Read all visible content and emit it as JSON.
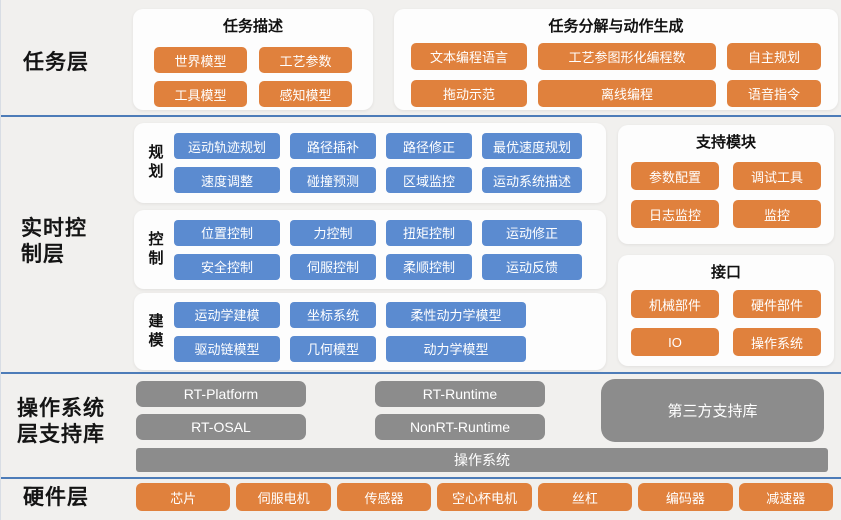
{
  "colors": {
    "orange_box": "#e0813d",
    "blue_box": "#5b8bd0",
    "gray_box": "#8c8c8c",
    "divider_line": "#4d7cb8",
    "panel_background": "#fdfdfd",
    "page_background": "#f1f0ee"
  },
  "layers": {
    "task": {
      "label": "任务层",
      "panels": [
        {
          "title": "任务描述",
          "boxes": [
            "世界模型",
            "工艺参数",
            "工具模型",
            "感知模型"
          ]
        },
        {
          "title": "任务分解与动作生成",
          "boxes": [
            "文本编程语言",
            "工艺参图形化编程数",
            "自主规划",
            "拖动示范",
            "离线编程",
            "语音指令"
          ]
        }
      ]
    },
    "realtime_control": {
      "label": "实时控制层",
      "groups": [
        {
          "label": "规划",
          "boxes": [
            "运动轨迹规划",
            "路径插补",
            "路径修正",
            "最优速度规划",
            "速度调整",
            "碰撞预测",
            "区域监控",
            "运动系统描述"
          ]
        },
        {
          "label": "控制",
          "boxes": [
            "位置控制",
            "力控制",
            "扭矩控制",
            "运动修正",
            "安全控制",
            "伺服控制",
            "柔顺控制",
            "运动反馈"
          ]
        },
        {
          "label": "建模",
          "boxes": [
            "运动学建模",
            "坐标系统",
            "柔性动力学模型",
            "驱动链模型",
            "几何模型",
            "动力学模型"
          ]
        }
      ],
      "side_panels": [
        {
          "title": "支持模块",
          "boxes": [
            "参数配置",
            "调试工具",
            "日志监控",
            "监控"
          ]
        },
        {
          "title": "接口",
          "boxes": [
            "机械部件",
            "硬件部件",
            "IO",
            "操作系统"
          ]
        }
      ]
    },
    "os_support": {
      "label": "操作系统层支持库",
      "boxes": [
        "RT-Platform",
        "RT-OSAL",
        "RT-Runtime",
        "NonRT-Runtime",
        "第三方支持库",
        "操作系统"
      ]
    },
    "hardware": {
      "label": "硬件层",
      "boxes": [
        "芯片",
        "伺服电机",
        "传感器",
        "空心杯电机",
        "丝杠",
        "编码器",
        "减速器"
      ]
    }
  }
}
